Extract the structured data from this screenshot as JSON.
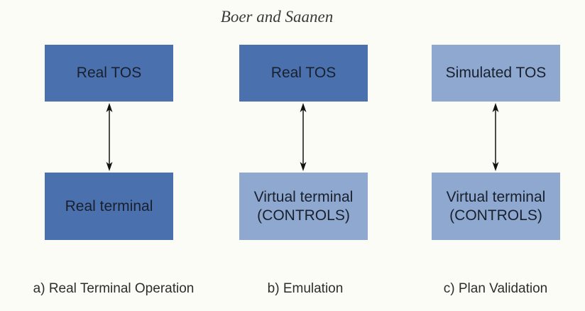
{
  "page": {
    "header": "Boer and Saanen"
  },
  "colors": {
    "dark_blue": "#4a71ad",
    "light_blue": "#8fa8d0",
    "box_text": "#18202e",
    "label_text": "#2d2d2d",
    "arrow": "#111111",
    "page_bg": "#fcfcf6"
  },
  "diagram": {
    "columns": [
      {
        "id": "a",
        "top_box": {
          "label": "Real TOS",
          "variant": "dark"
        },
        "bottom_box": {
          "line1": "Real terminal",
          "line2": "",
          "variant": "dark"
        },
        "caption": "a) Real Terminal Operation"
      },
      {
        "id": "b",
        "top_box": {
          "label": "Real TOS",
          "variant": "dark"
        },
        "bottom_box": {
          "line1": "Virtual terminal",
          "line2": "(CONTROLS)",
          "variant": "light"
        },
        "caption": "b) Emulation"
      },
      {
        "id": "c",
        "top_box": {
          "label": "Simulated TOS",
          "variant": "light"
        },
        "bottom_box": {
          "line1": "Virtual terminal",
          "line2": "(CONTROLS)",
          "variant": "light"
        },
        "caption": "c) Plan Validation"
      }
    ]
  }
}
